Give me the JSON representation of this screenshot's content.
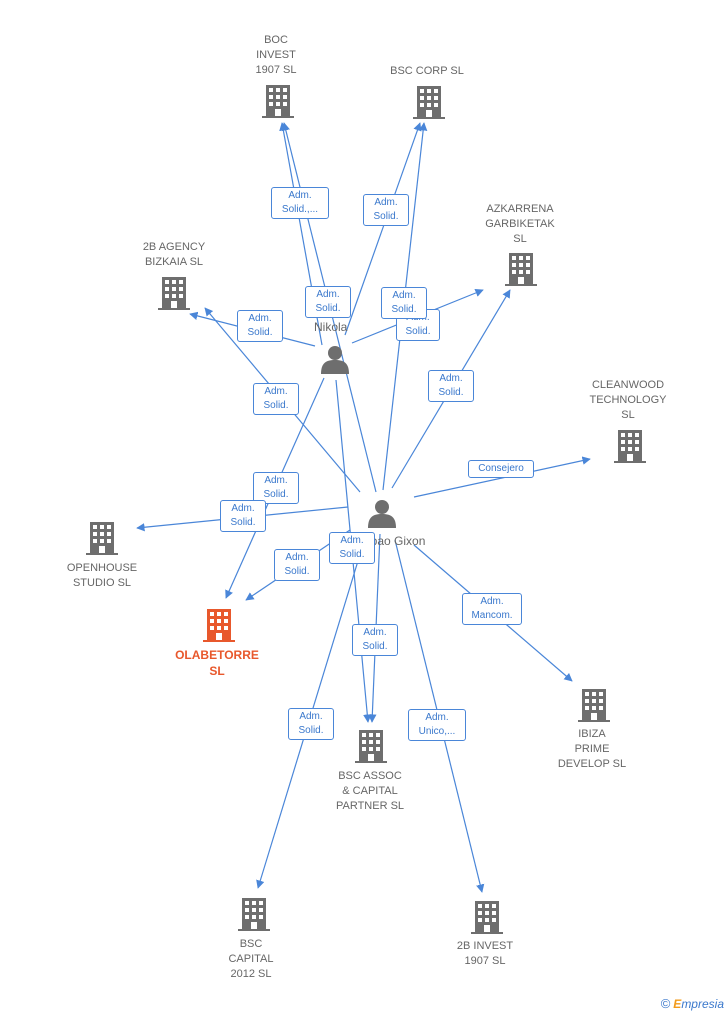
{
  "colors": {
    "edge": "#4a86d8",
    "company": "#6e6e6e",
    "focus": "#e8582c",
    "person": "#6e6e6e"
  },
  "persons": {
    "p1": {
      "label": "Nikola"
    },
    "p2": {
      "label": "...lbao Gixon"
    }
  },
  "companies": {
    "boc_invest": {
      "label": "BOC\nINVEST\n1907  SL"
    },
    "bsc_corp": {
      "label": "BSC CORP  SL"
    },
    "azkarrena": {
      "label": "AZKARRENA\nGARBIKETAK\nSL"
    },
    "agency_bizkaia": {
      "label": "2B AGENCY\nBIZKAIA SL"
    },
    "cleanwood": {
      "label": "CLEANWOOD\nTECHNOLOGY\nSL"
    },
    "openhouse": {
      "label": "OPENHOUSE\nSTUDIO  SL"
    },
    "olabetorre": {
      "label": "OLABETORRE\nSL"
    },
    "ibiza": {
      "label": "IBIZA\nPRIME\nDEVELOP  SL"
    },
    "bsc_assoc": {
      "label": "BSC ASSOC\n& CAPITAL\nPARTNER  SL"
    },
    "bsc_capital": {
      "label": "BSC\nCAPITAL\n2012 SL"
    },
    "invest_2b": {
      "label": "2B INVEST\n1907  SL"
    }
  },
  "edge_labels": {
    "e1": "Adm.\nSolid.,...",
    "e2": "Adm.\nSolid.",
    "e3": "Adm.\nSolid.",
    "e4": "Adm.\nSolid.",
    "e5": "Adm.\nSolid.",
    "e6": "Adm.\nSolid.",
    "e7": "Adm.\nSolid.",
    "e8": "Adm.\nSolid.",
    "e9": "Consejero",
    "e10": "Adm.\nSolid.",
    "e11": "Adm.\nSolid.",
    "e12": "Adm.\nSolid.",
    "e13": "Adm.\nSolid.",
    "e14": "Adm.\nMancom.",
    "e15": "Adm.\nSolid.",
    "e16": "Adm.\nSolid.",
    "e17": "Adm.\nUnico,..."
  },
  "footer": {
    "copyright": "©",
    "brand_first": "E",
    "brand_rest": "mpresia"
  }
}
